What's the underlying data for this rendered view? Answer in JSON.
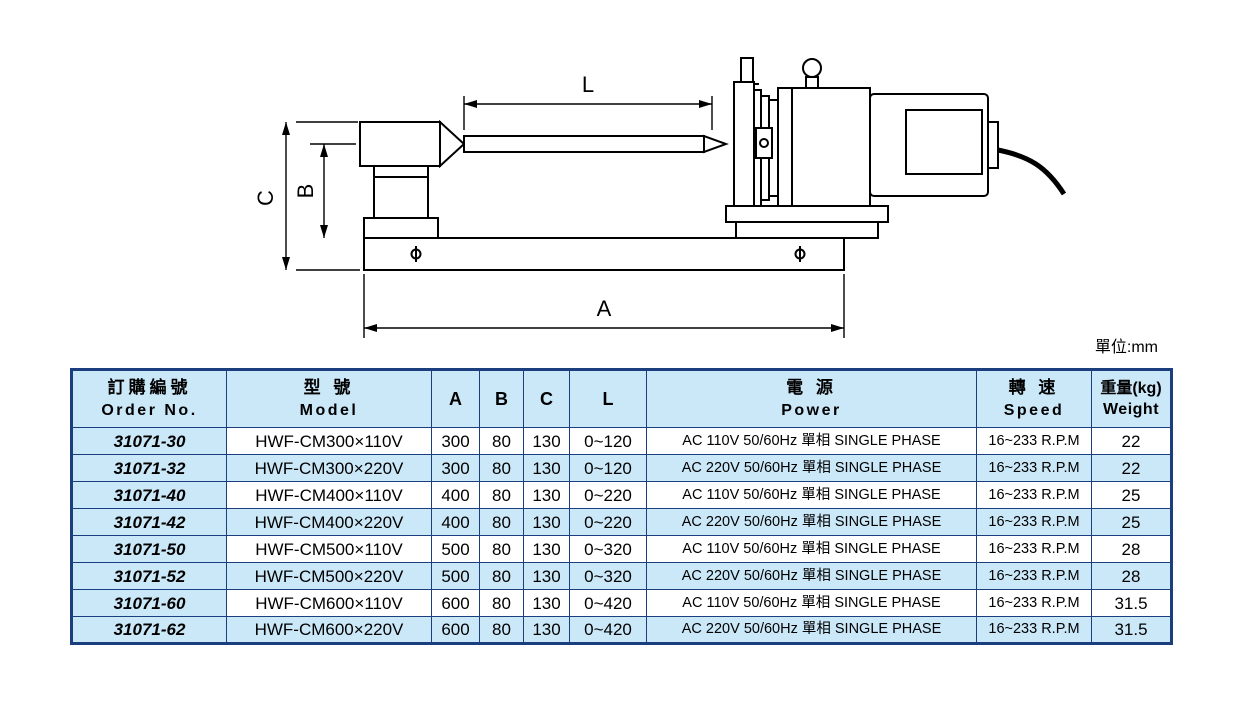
{
  "meta": {
    "unit_label": "單位:mm"
  },
  "colors": {
    "border": "#1b3f7e",
    "tint": "#cbe8f9",
    "ink": "#000000"
  },
  "diagram": {
    "labels": {
      "L": "L",
      "A": "A",
      "B": "B",
      "C": "C"
    }
  },
  "table": {
    "headers": [
      {
        "zh": "訂購編號",
        "en": "Order No."
      },
      {
        "zh": "型 號",
        "en": "Model"
      },
      {
        "zh": "A",
        "en": ""
      },
      {
        "zh": "B",
        "en": ""
      },
      {
        "zh": "C",
        "en": ""
      },
      {
        "zh": "L",
        "en": ""
      },
      {
        "zh": "電 源",
        "en": "Power"
      },
      {
        "zh": "轉 速",
        "en": "Speed"
      },
      {
        "zh": "重量(kg)",
        "en": "Weight"
      }
    ],
    "row_keys": [
      "order_no",
      "model",
      "a",
      "b",
      "c",
      "l",
      "power",
      "speed",
      "weight"
    ],
    "rows": [
      {
        "order_no": "31071-30",
        "model": "HWF-CM300×110V",
        "a": "300",
        "b": "80",
        "c": "130",
        "l": "0~120",
        "power": "AC 110V 50/60Hz 單相 SINGLE PHASE",
        "speed": "16~233 R.P.M",
        "weight": "22"
      },
      {
        "order_no": "31071-32",
        "model": "HWF-CM300×220V",
        "a": "300",
        "b": "80",
        "c": "130",
        "l": "0~120",
        "power": "AC 220V 50/60Hz 單相 SINGLE PHASE",
        "speed": "16~233 R.P.M",
        "weight": "22"
      },
      {
        "order_no": "31071-40",
        "model": "HWF-CM400×110V",
        "a": "400",
        "b": "80",
        "c": "130",
        "l": "0~220",
        "power": "AC 110V 50/60Hz 單相 SINGLE PHASE",
        "speed": "16~233 R.P.M",
        "weight": "25"
      },
      {
        "order_no": "31071-42",
        "model": "HWF-CM400×220V",
        "a": "400",
        "b": "80",
        "c": "130",
        "l": "0~220",
        "power": "AC 220V 50/60Hz 單相 SINGLE PHASE",
        "speed": "16~233 R.P.M",
        "weight": "25"
      },
      {
        "order_no": "31071-50",
        "model": "HWF-CM500×110V",
        "a": "500",
        "b": "80",
        "c": "130",
        "l": "0~320",
        "power": "AC 110V 50/60Hz 單相 SINGLE PHASE",
        "speed": "16~233 R.P.M",
        "weight": "28"
      },
      {
        "order_no": "31071-52",
        "model": "HWF-CM500×220V",
        "a": "500",
        "b": "80",
        "c": "130",
        "l": "0~320",
        "power": "AC 220V 50/60Hz 單相 SINGLE PHASE",
        "speed": "16~233 R.P.M",
        "weight": "28"
      },
      {
        "order_no": "31071-60",
        "model": "HWF-CM600×110V",
        "a": "600",
        "b": "80",
        "c": "130",
        "l": "0~420",
        "power": "AC 110V 50/60Hz 單相 SINGLE PHASE",
        "speed": "16~233 R.P.M",
        "weight": "31.5"
      },
      {
        "order_no": "31071-62",
        "model": "HWF-CM600×220V",
        "a": "600",
        "b": "80",
        "c": "130",
        "l": "0~420",
        "power": "AC 220V 50/60Hz 單相 SINGLE PHASE",
        "speed": "16~233 R.P.M",
        "weight": "31.5"
      }
    ]
  }
}
